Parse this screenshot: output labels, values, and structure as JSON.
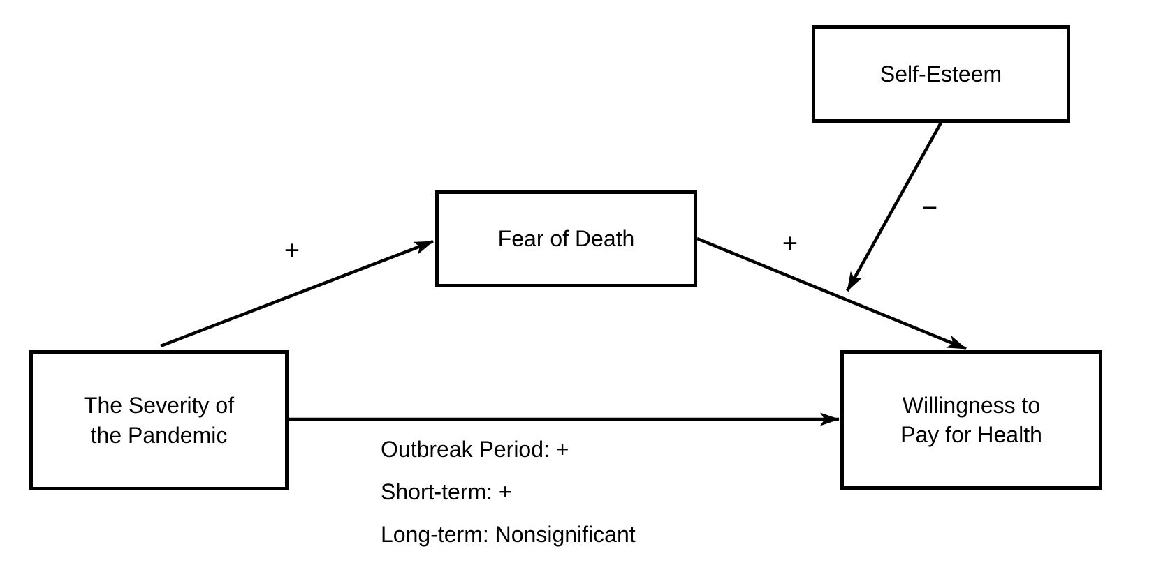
{
  "diagram": {
    "background_color": "#ffffff",
    "stroke_color": "#000000",
    "text_color": "#000000",
    "nodes": {
      "self_esteem": {
        "label": "Self-Esteem"
      },
      "fear_of_death": {
        "label": "Fear of Death"
      },
      "severity": {
        "label": "The Severity of\nthe Pandemic"
      },
      "willingness": {
        "label": "Willingness to\nPay for Health"
      }
    },
    "edges": {
      "severity_to_fear": {
        "from": "severity",
        "to": "fear_of_death",
        "sign": "+"
      },
      "fear_to_willingness": {
        "from": "fear_of_death",
        "to": "willingness",
        "sign": "+"
      },
      "self_esteem_moderation": {
        "from": "self_esteem",
        "to": "fear_to_willingness_path",
        "sign": "−"
      },
      "severity_to_willingness": {
        "from": "severity",
        "to": "willingness",
        "lines": [
          "Outbreak Period: +",
          "Short-term: +",
          "Long-term: Nonsignificant"
        ]
      }
    }
  }
}
